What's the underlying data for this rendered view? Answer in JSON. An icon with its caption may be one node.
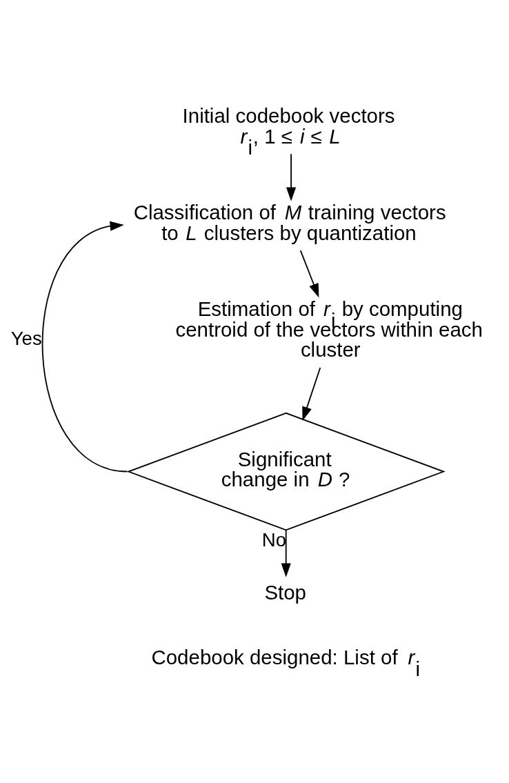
{
  "diagram": {
    "nodes": [
      {
        "text": [
          "Initial codebook vectors *r*$_{i}$, 1 ≤ *i* ≤ *L*"
        ]
      },
      {
        "text": [
          "Classification of *M* training vectors to *L* clusters by quantization"
        ]
      },
      {
        "text": [
          "Estimation of *r*$_{i}$ by computing centroid of the vectors within each cluster"
        ]
      },
      {
        "text": [
          "Significant change in *D* ?"
        ]
      },
      {
        "text": [
          "Stop"
        ],
        "beside": [
          "Codebook designed: List of *r*$_{i}$"
        ]
      }
    ],
    "edges": [
      {
        "from": 0,
        "to": 1,
        "arrow": "to"
      },
      {
        "from": 1,
        "to": 2,
        "arrow": "to"
      },
      {
        "from": 2,
        "to": 3,
        "arrow": "to"
      },
      {
        "from": 3,
        "to": 1,
        "arrow": "to",
        "label": "Yes"
      },
      {
        "from": 3,
        "to": 4,
        "arrow": "to",
        "label": "No"
      }
    ]
  }
}
